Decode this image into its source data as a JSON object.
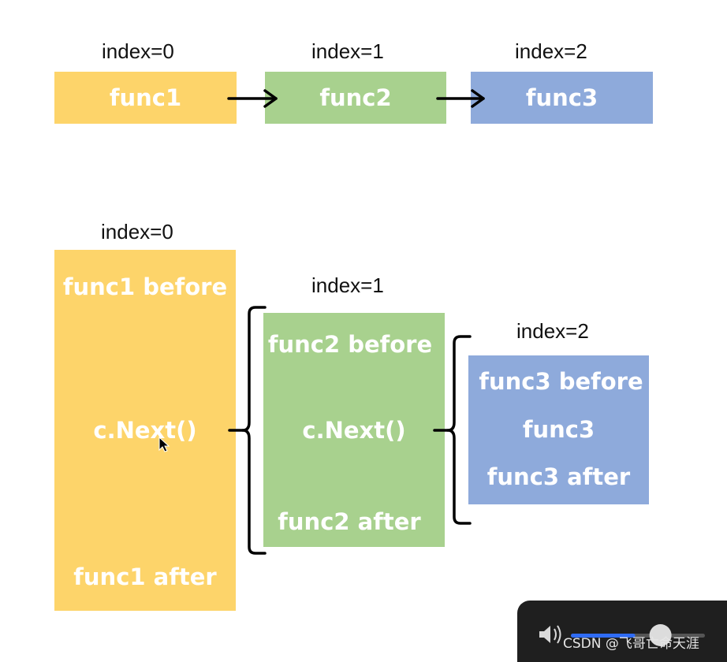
{
  "colors": {
    "yellow": "#fdd46a",
    "green": "#a8d18e",
    "blue": "#8eaadb",
    "arrow": "#000000"
  },
  "top_row": {
    "index_labels": [
      "index=0",
      "index=1",
      "index=2"
    ],
    "boxes": [
      "func1",
      "func2",
      "func3"
    ]
  },
  "bottom_row": {
    "index_labels": [
      "index=0",
      "index=1",
      "index=2"
    ],
    "func1": {
      "before": "func1 before",
      "next": "c.Next()",
      "after": "func1 after"
    },
    "func2": {
      "before": "func2 before",
      "next": "c.Next()",
      "after": "func2 after"
    },
    "func3": {
      "before": "func3 before",
      "body": "func3",
      "after": "func3 after"
    }
  },
  "player": {
    "volume_icon": "speaker-icon",
    "volume_level": 0.48
  },
  "watermark": "CSDN @飞哥亡命天涯"
}
